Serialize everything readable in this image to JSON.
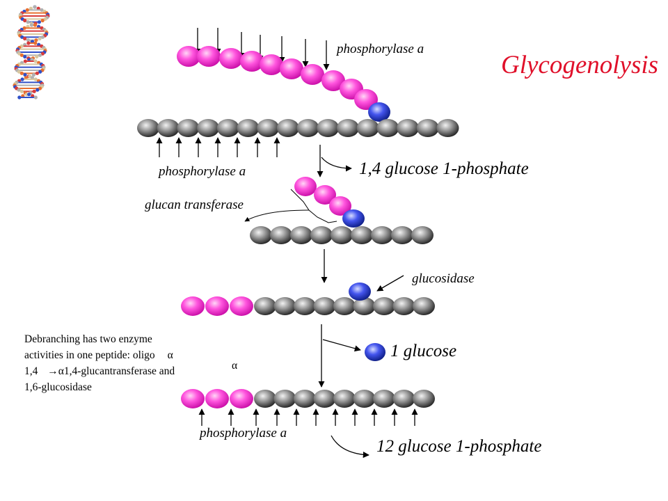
{
  "title": "Glycogenolysis",
  "labels": {
    "phosphorylase_top": "phosphorylase a",
    "phosphorylase_mid": "phosphorylase a",
    "product_14": "1,4 glucose 1-phosphate",
    "glucan_transferase": "glucan transferase",
    "glucosidase": "glucosidase",
    "one_glucose": "1 glucose",
    "phosphorylase_bottom": "phosphorylase a",
    "product_12": "12 glucose 1-phosphate"
  },
  "note": {
    "line1": "Debranching has two enzyme",
    "line2_a": "activities in one peptide: oligo",
    "line2_alpha": "α",
    "line3_a": "1,4",
    "line3_b": "1,4-glucantransferase",
    "line3_c": "and",
    "line3_alpha1": "α",
    "line3_alpha2": "α",
    "line4": "1,6-glucosidase"
  },
  "colors": {
    "title": "#e0102a",
    "branch_glucose": "#ff44dd",
    "branch_point_glucose": "#3344ee",
    "backbone_glucose": "#555555"
  },
  "icons": [
    "dna-helix-icon"
  ]
}
